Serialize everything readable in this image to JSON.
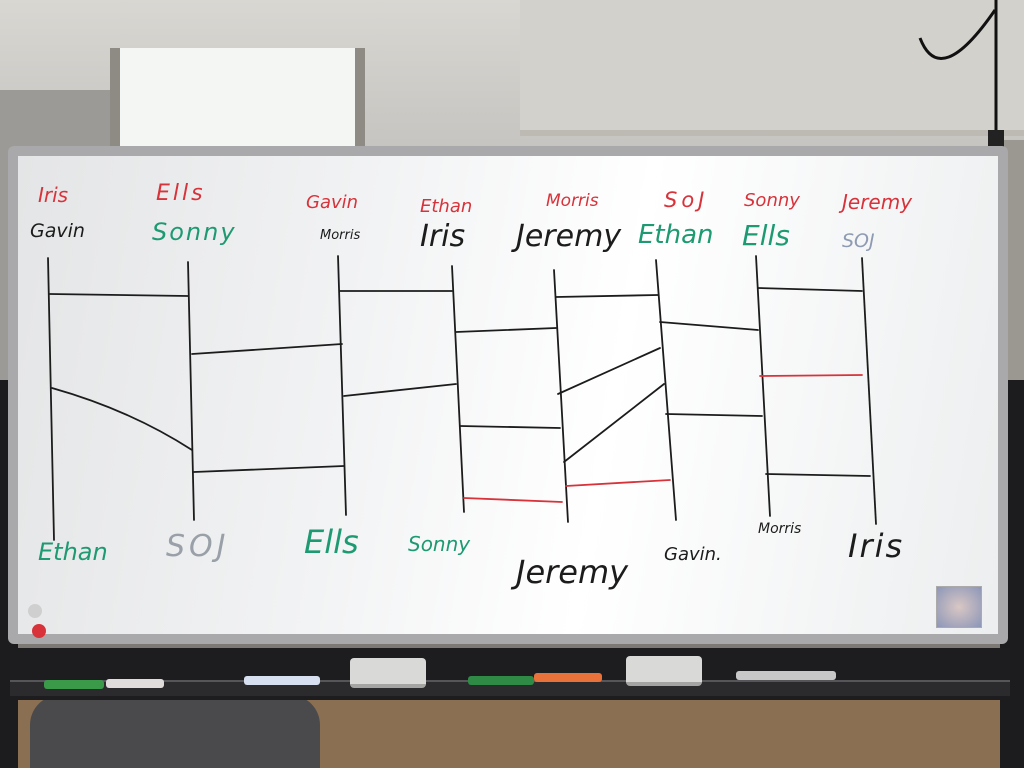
{
  "colors": {
    "red": "#d8323a",
    "black": "#1c1c1c",
    "green": "#1e9a72",
    "gray": "#9aa0a8",
    "blue_gray": "#8e9bb3"
  },
  "top_names": [
    {
      "text": "Iris",
      "color": "red"
    },
    {
      "text": "Ells",
      "color": "red"
    },
    {
      "text": "Gavin",
      "color": "red"
    },
    {
      "text": "Ethan",
      "color": "red"
    },
    {
      "text": "Morris",
      "color": "red"
    },
    {
      "text": "SoJ",
      "color": "red"
    },
    {
      "text": "Sonny",
      "color": "red"
    },
    {
      "text": "Jeremy",
      "color": "red"
    }
  ],
  "second_names": [
    {
      "text": "Gavin",
      "color": "black"
    },
    {
      "text": "Sonny",
      "color": "green"
    },
    {
      "text": "Morris",
      "color": "black"
    },
    {
      "text": "Iris",
      "color": "black"
    },
    {
      "text": "Jeremy",
      "color": "black"
    },
    {
      "text": "Ethan",
      "color": "green"
    },
    {
      "text": "Ells",
      "color": "green"
    },
    {
      "text": "SOJ",
      "color": "blue_gray"
    }
  ],
  "bottom_names": [
    {
      "text": "Ethan",
      "color": "green"
    },
    {
      "text": "SOJ",
      "color": "gray"
    },
    {
      "text": "Ells",
      "color": "green"
    },
    {
      "text": "Sonny",
      "color": "green"
    },
    {
      "text": "Jeremy",
      "color": "black"
    },
    {
      "text": "Gavin.",
      "color": "black"
    },
    {
      "text": "Morris",
      "color": "black"
    },
    {
      "text": "Iris",
      "color": "black"
    }
  ]
}
